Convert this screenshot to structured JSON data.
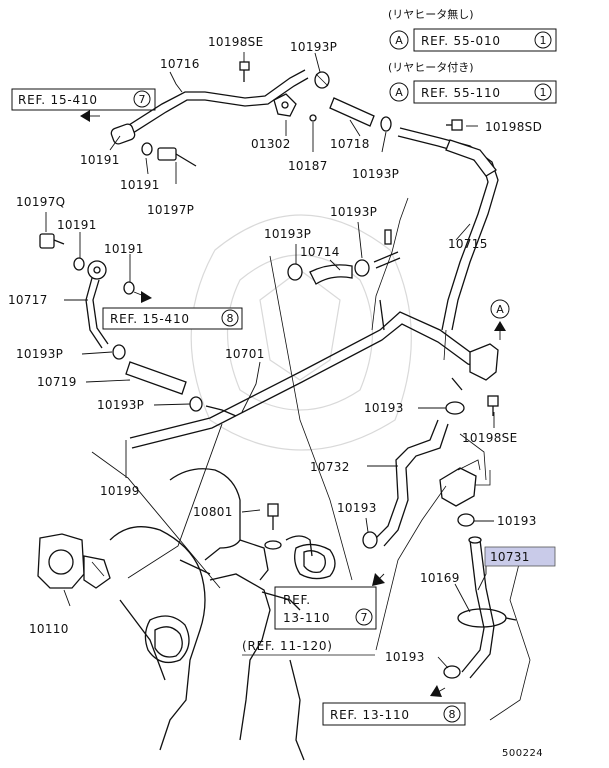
{
  "notes": {
    "without_rear_heater": "(リヤヒータ無し)",
    "with_rear_heater": "(リヤヒータ付き)"
  },
  "refs": {
    "r1": {
      "mark": "A",
      "text": "REF. 55-010",
      "num": "1"
    },
    "r2": {
      "mark": "A",
      "text": "REF. 55-110",
      "num": "1"
    },
    "r3": {
      "text": "REF. 15-410",
      "num": "7"
    },
    "r4": {
      "text": "REF. 15-410",
      "num": "8"
    },
    "r5": {
      "line1": "REF.",
      "line2": "13-110",
      "num": "7"
    },
    "r6": {
      "text": "(REF. 11-120)"
    },
    "r7": {
      "text": "REF. 13-110",
      "num": "8"
    },
    "arrow_mark": "A"
  },
  "parts": {
    "p10198SE_top": "10198SE",
    "p10193P_top": "10193P",
    "p10716": "10716",
    "p01302": "01302",
    "p10187": "10187",
    "p10718": "10718",
    "p10193P_mid": "10193P",
    "p10198SD": "10198SD",
    "p10191_a": "10191",
    "p10191_b": "10191",
    "p10197P": "10197P",
    "p10197Q": "10197Q",
    "p10191_c": "10191",
    "p10191_d": "10191",
    "p10193P_e": "10193P",
    "p10193P_f": "10193P",
    "p10714": "10714",
    "p10715": "10715",
    "p10717": "10717",
    "p10193P_g": "10193P",
    "p10719": "10719",
    "p10701": "10701",
    "p10193P_h": "10193P",
    "p10193_a": "10193",
    "p10198SE_mid": "10198SE",
    "p10199": "10199",
    "p10732": "10732",
    "p10801": "10801",
    "p10193_b": "10193",
    "p10193_c": "10193",
    "p10731": "10731",
    "p10169": "10169",
    "p10110": "10110",
    "p10193_d": "10193"
  },
  "diagram_code": "500224",
  "highlight_color": "#c9cbe9"
}
